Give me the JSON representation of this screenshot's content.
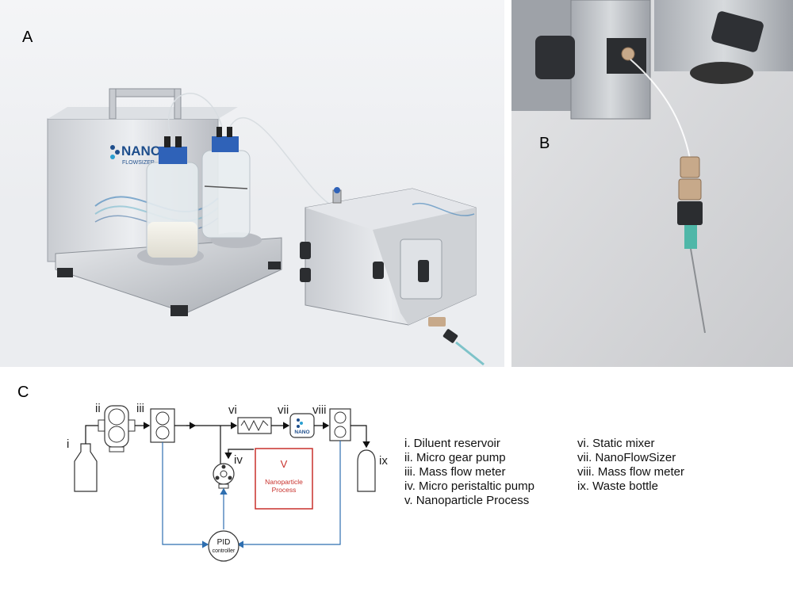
{
  "panels": {
    "a_label": "A",
    "b_label": "B",
    "c_label": "C"
  },
  "device": {
    "brand_line1": "NANO",
    "brand_line2": "FLOWSIZER"
  },
  "diagram": {
    "roman": [
      "i",
      "ii",
      "iii",
      "iv",
      "v",
      "vi",
      "vii",
      "viii",
      "ix"
    ],
    "process_box_title": "V",
    "process_box_line1": "Nanoparticle",
    "process_box_line2": "Process",
    "pid_line1": "PID",
    "pid_line2": "controller",
    "nfs_icon_text": "NANO"
  },
  "legend": {
    "col1": [
      "i.   Diluent reservoir",
      "ii.  Micro gear pump",
      "iii. Mass flow meter",
      "iv. Micro peristaltic pump",
      "v.   Nanoparticle Process"
    ],
    "col2": [
      "vi.   Static mixer",
      "vii.  NanoFlowSizer",
      "viii. Mass flow meter",
      "ix.    Waste bottle"
    ]
  },
  "colors": {
    "process_red": "#c8312c",
    "feedback_blue": "#2f6fb0",
    "line_black": "#111111",
    "brand_blue": "#1e4e8c"
  }
}
